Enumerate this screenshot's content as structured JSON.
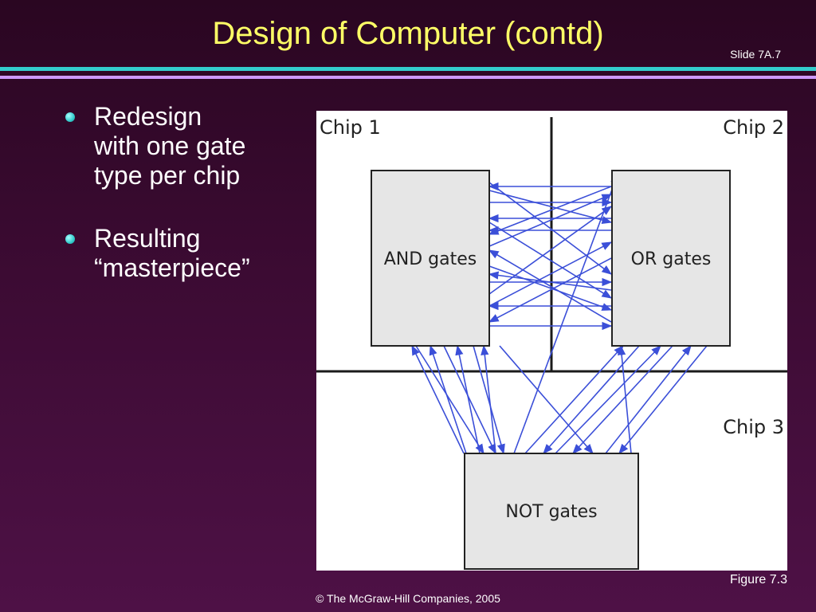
{
  "slide": {
    "title": "Design of Computer (contd)",
    "number": "Slide 7A.7",
    "bullets": [
      "Redesign\nwith one gate\ntype per chip",
      "Resulting\n“masterpiece”"
    ],
    "caption": "Figure 7.3",
    "footer": "© The McGraw-Hill Companies, 2005"
  },
  "diagram": {
    "chip_labels": [
      "Chip 1",
      "Chip 2",
      "Chip 3"
    ],
    "boxes": [
      "AND gates",
      "OR gates",
      "NOT gates"
    ]
  },
  "colors": {
    "background": "#3c0b33",
    "title": "#ffff66",
    "text": "#ffffff",
    "rule_top": "#33cccc",
    "rule_bottom": "#cc99ff",
    "wire": "#3b4fd8",
    "box_fill": "#e6e6e6"
  }
}
